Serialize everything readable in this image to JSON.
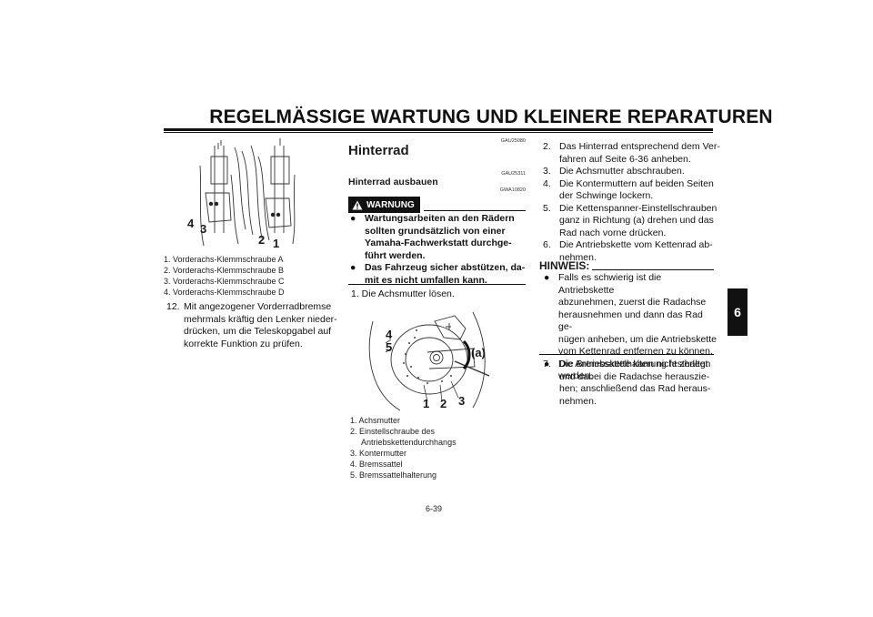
{
  "header": {
    "title": "REGELMÄSSIGE WARTUNG UND KLEINERE REPARATUREN"
  },
  "chapter_tab": "6",
  "page_number": "6-39",
  "left": {
    "figure_labels": [
      "4",
      "3",
      "2",
      "1"
    ],
    "legend": [
      "1.  Vorderachs-Klemmschraube A",
      "2.  Vorderachs-Klemmschraube B",
      "3.  Vorderachs-Klemmschraube C",
      "4.  Vorderachs-Klemmschraube D"
    ],
    "step12_num": "12.",
    "step12_lines": [
      "Mit angezogener Vorderradbremse",
      "mehrmals kräftig den Lenker nieder-",
      "drücken, um die Teleskopgabel auf",
      "korrekte Funktion zu prüfen."
    ]
  },
  "middle": {
    "code1": "GAU25080",
    "title": "Hinterrad",
    "code2": "GAU25311",
    "subtitle": "Hinterrad ausbauen",
    "code3": "GWA10820",
    "warning_label": "WARNUNG",
    "warnings": [
      [
        "Wartungsarbeiten an den Rädern",
        "sollten grundsätzlich von einer",
        "Yamaha-Fachwerkstatt durchge-",
        "führt werden."
      ],
      [
        "Das Fahrzeug sicher abstützen, da-",
        "mit es nicht umfallen kann."
      ]
    ],
    "step1": "1.  Die Achsmutter lösen.",
    "figure_labels": [
      "4",
      "5",
      "(a)",
      "1",
      "2",
      "3"
    ],
    "legend": [
      [
        "1.  Achsmutter"
      ],
      [
        "2.  Einstellschraube des",
        "Antriebskettendurchhangs"
      ],
      [
        "3.  Kontermutter"
      ],
      [
        "4.  Bremssattel"
      ],
      [
        "5.  Bremssattelhalterung"
      ]
    ]
  },
  "right": {
    "steps": [
      {
        "num": "2.",
        "lines": [
          "Das Hinterrad entsprechend dem Ver-",
          "fahren auf Seite 6-36 anheben."
        ]
      },
      {
        "num": "3.",
        "lines": [
          "Die Achsmutter abschrauben."
        ]
      },
      {
        "num": "4.",
        "lines": [
          "Die Kontermuttern auf beiden Seiten",
          "der Schwinge lockern."
        ]
      },
      {
        "num": "5.",
        "lines": [
          "Die Kettenspanner-Einstellschrauben",
          "ganz in Richtung (a) drehen und das",
          "Rad nach vorne drücken."
        ]
      },
      {
        "num": "6.",
        "lines": [
          "Die Antriebskette vom Kettenrad ab-",
          "nehmen."
        ]
      }
    ],
    "note_label": "HINWEIS:",
    "notes": [
      [
        "Falls es schwierig ist die Antriebskette",
        "abzunehmen, zuerst die Radachse",
        "herausnehmen und dann das Rad ge-",
        "nügen anheben, um die Antriebskette",
        "vom Kettenrad entfernen zu können."
      ],
      [
        "Die Antriebskette kann nicht zerlegt",
        "werden."
      ]
    ],
    "step7": {
      "num": "7.",
      "lines": [
        "Die Bremssattelhalterung festhalten",
        "und dabei die Radachse herauszie-",
        "hen; anschließend das Rad heraus-",
        "nehmen."
      ]
    }
  }
}
